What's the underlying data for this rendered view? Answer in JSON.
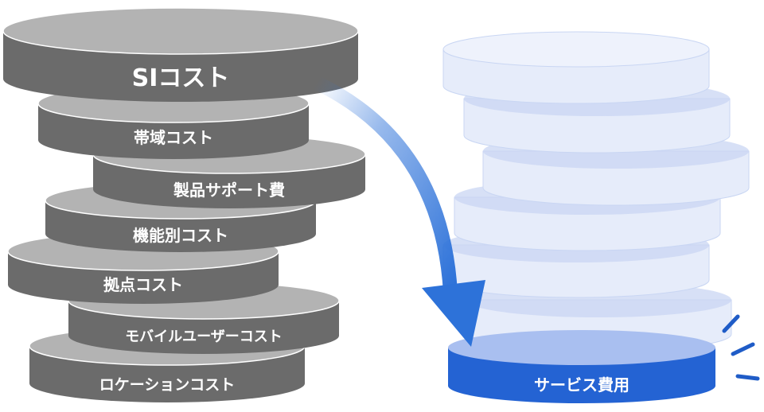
{
  "left_stack": {
    "disks": [
      {
        "label": "ロケーションコスト"
      },
      {
        "label": "モバイルユーザーコスト"
      },
      {
        "label": "拠点コスト"
      },
      {
        "label": "機能別コスト"
      },
      {
        "label": "製品サポート費"
      },
      {
        "label": "帯域コスト"
      },
      {
        "label": "SIコスト"
      }
    ]
  },
  "right_stack": {
    "base_label": "サービス費用",
    "ghost_disk_count": 6
  },
  "colors": {
    "gray_side": "#6b6b6b",
    "gray_top": "#b3b3b3",
    "gray_rim": "#ffffff",
    "ghost_side": "#e6ecfa",
    "ghost_top": "#c9d6f3",
    "blue_side": "#2463d3",
    "blue_top": "#a9bff0",
    "arrow": "#2d72d9",
    "spark": "#1f5cc7"
  }
}
